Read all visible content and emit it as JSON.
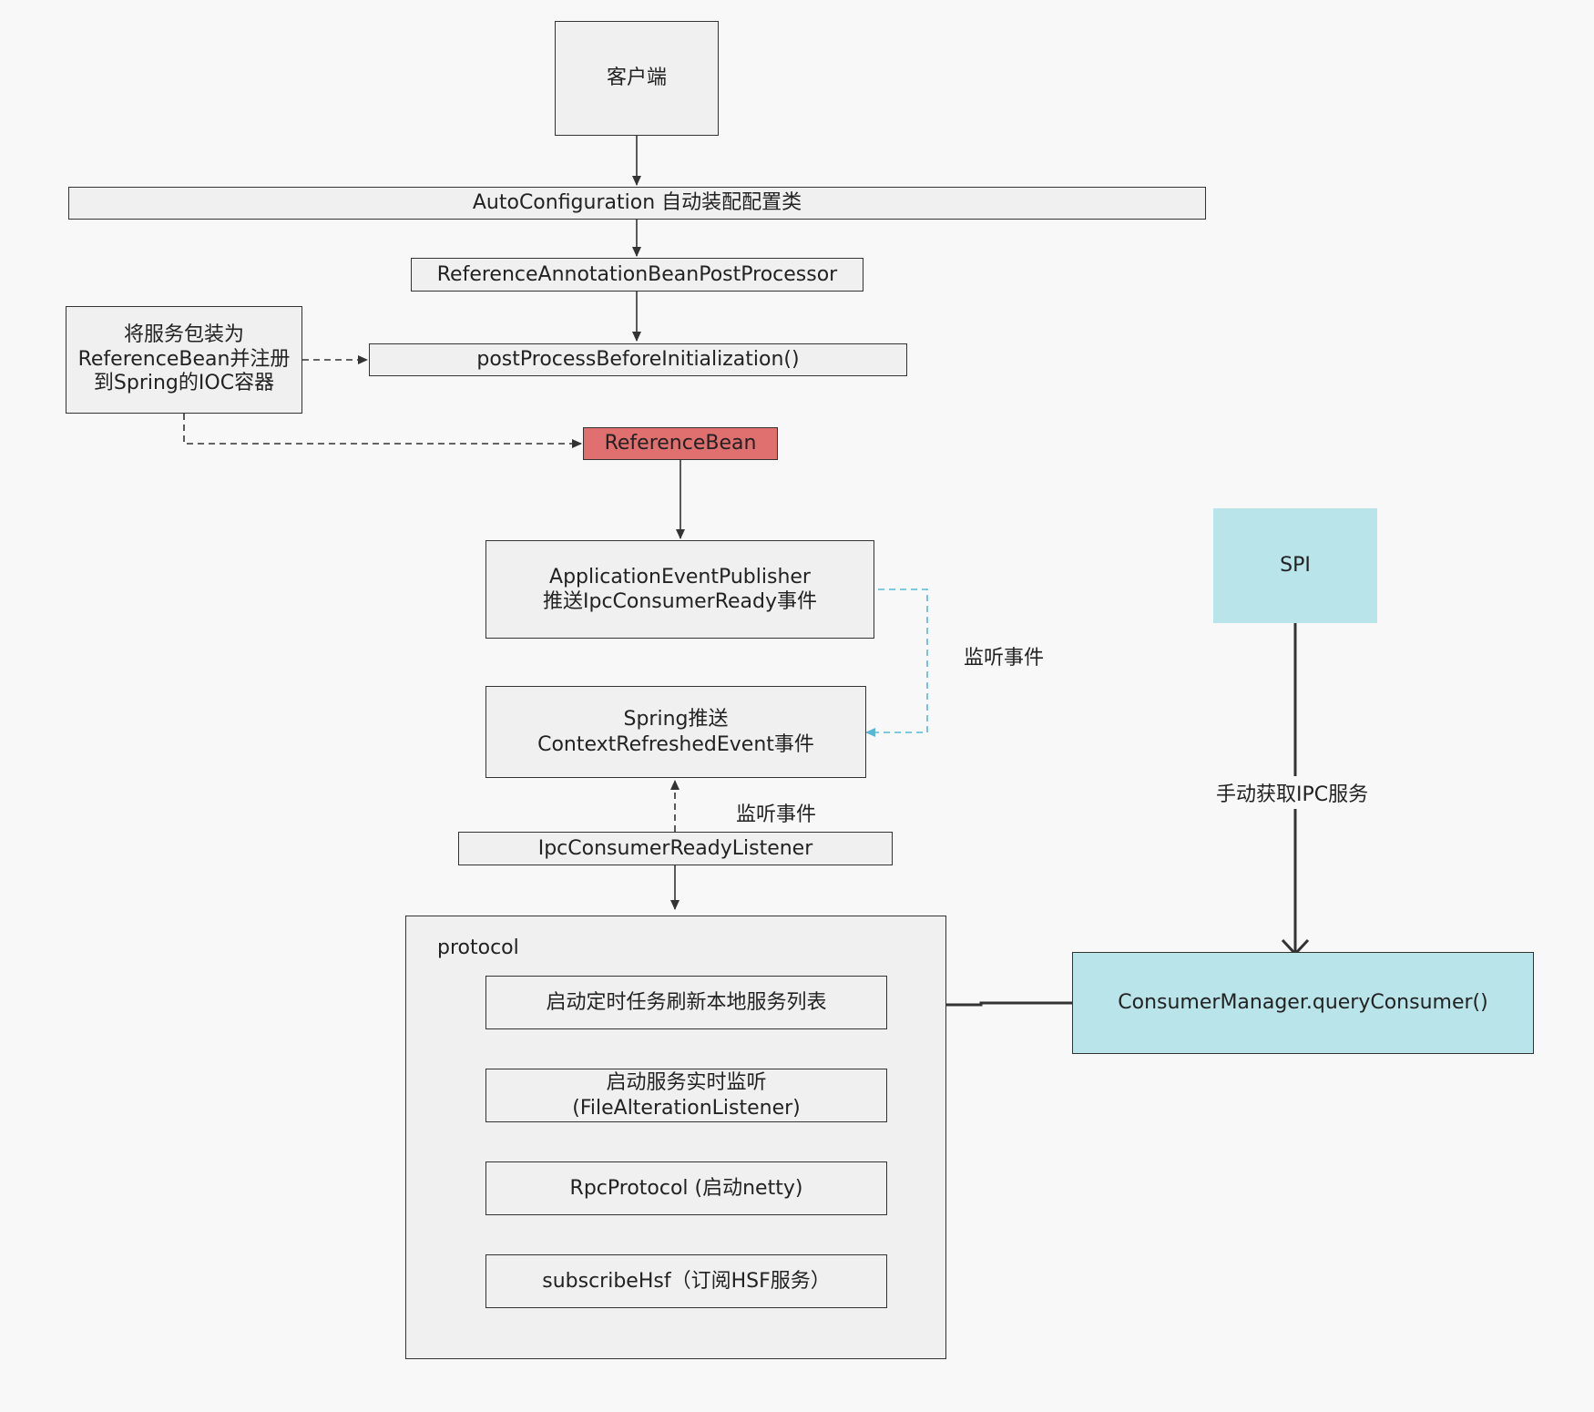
{
  "colors": {
    "background": "#f8f8f8",
    "node_fill": "#f0f0f0",
    "highlight_red": "#e06f6f",
    "highlight_cyan": "#b9e4ea",
    "event_edge": "#58b7d6",
    "stroke": "#333333"
  },
  "nodes": {
    "client": "客户端",
    "auto_config": "AutoConfiguration 自动装配配置类",
    "ref_processor": "ReferenceAnnotationBeanPostProcessor",
    "post_process": "postProcessBeforeInitialization()",
    "wrap_note": "将服务包装为ReferenceBean并注册到Spring的IOC容器",
    "reference_bean": "ReferenceBean",
    "event_publisher": {
      "line1": "ApplicationEventPublisher",
      "line2": "推送IpcConsumerReady事件"
    },
    "context_refreshed": {
      "line1": "Spring推送",
      "line2": "ContextRefreshedEvent事件"
    },
    "ready_listener": "IpcConsumerReadyListener",
    "protocol_title": "protocol",
    "refresh_task": "启动定时任务刷新本地服务列表",
    "file_listener": {
      "line1": "启动服务实时监听",
      "line2": "(FileAlterationListener)"
    },
    "rpc_protocol": "RpcProtocol (启动netty)",
    "subscribe_hsf": "subscribeHsf（订阅HSF服务）",
    "spi": "SPI",
    "consumer_manager": "ConsumerManager.queryConsumer()"
  },
  "edge_labels": {
    "listen_event_1": "监听事件",
    "listen_event_2": "监听事件",
    "manual_get": "手动获取IPC服务"
  }
}
